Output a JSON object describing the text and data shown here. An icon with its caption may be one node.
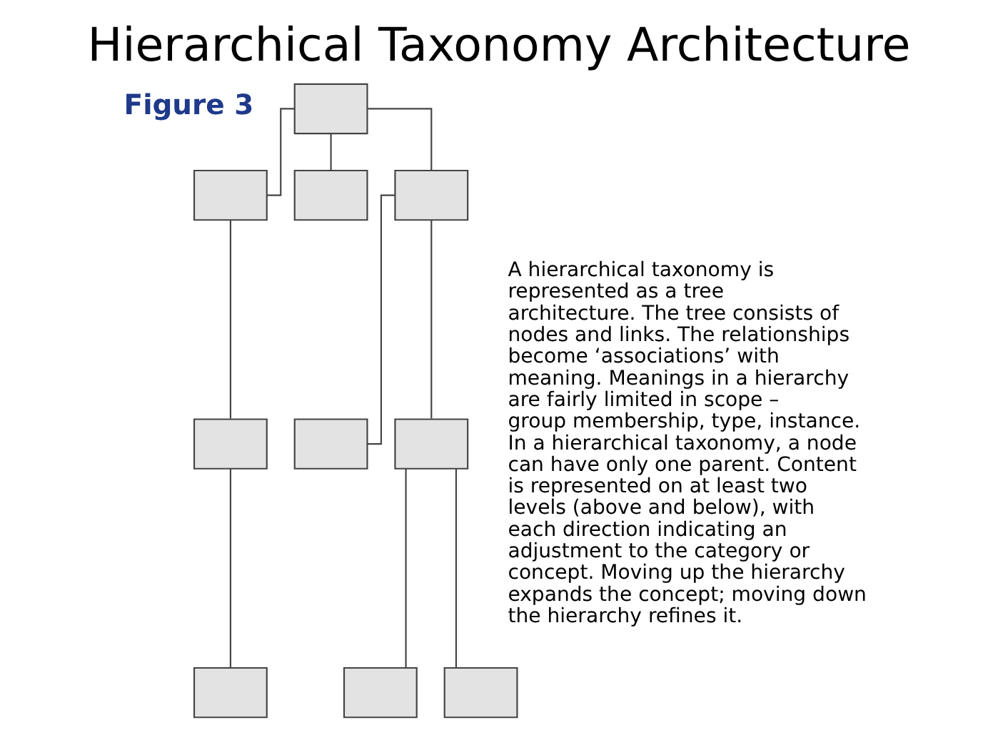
{
  "diagram": {
    "title": "Hierarchical Taxonomy Architecture",
    "nodes": [
      {
        "text": [],
        "shape": "box"
      },
      {
        "text": [],
        "shape": "box"
      },
      {
        "text": [],
        "shape": "box"
      },
      {
        "text": [],
        "shape": "box"
      },
      {
        "text": [],
        "shape": "box"
      },
      {
        "text": [],
        "shape": "box"
      },
      {
        "text": [],
        "shape": "box"
      },
      {
        "text": [],
        "shape": "box"
      },
      {
        "text": [],
        "shape": "box"
      },
      {
        "text": [],
        "shape": "box"
      }
    ],
    "edges": [
      {
        "from": 0,
        "to": 1,
        "arrow": "none"
      },
      {
        "from": 0,
        "to": 2,
        "arrow": "none"
      },
      {
        "from": 0,
        "to": 3,
        "arrow": "none"
      },
      {
        "from": 1,
        "to": 4,
        "arrow": "none"
      },
      {
        "from": 4,
        "to": 7,
        "arrow": "none"
      },
      {
        "from": 3,
        "to": 5,
        "arrow": "none"
      },
      {
        "from": 3,
        "to": 6,
        "arrow": "none"
      },
      {
        "from": 6,
        "to": 8,
        "arrow": "none"
      },
      {
        "from": 6,
        "to": 9,
        "arrow": "none"
      }
    ],
    "labels": [
      "Figure 3",
      "A hierarchical taxonomy is represented as a tree architecture. The tree consists of nodes and links. The relationships become ‘associations’ with meaning. Meanings in a hierarchy are fairly limited in scope – group membership, type, instance. In a hierarchical taxonomy, a node can have only one parent. Content is represented on at least two levels (above and below), with each direction indicating an adjustment to the category or concept. Moving up the hierarchy expands the concept; moving down the hierarchy refines it."
    ]
  }
}
